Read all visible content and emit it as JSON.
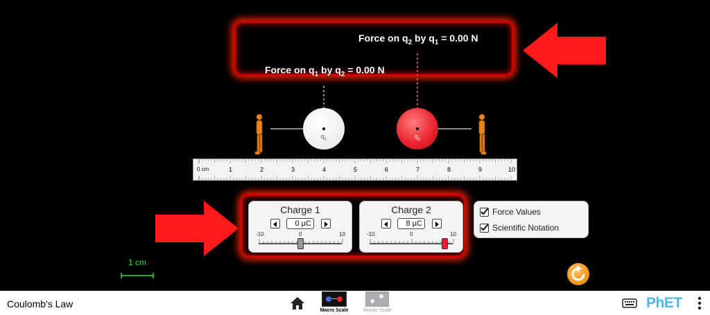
{
  "app": {
    "title": "Coulomb's Law"
  },
  "forces": {
    "on_q2": {
      "prefix": "Force on q",
      "sub_a": "2",
      "mid": " by q",
      "sub_b": "1",
      "suffix": " = 0.00 N"
    },
    "on_q1": {
      "prefix": "Force on q",
      "sub_a": "1",
      "mid": " by q",
      "sub_b": "2",
      "suffix": " = 0.00 N"
    }
  },
  "charges": {
    "q1": {
      "label": "q",
      "sub": "1",
      "color": "#ffffff"
    },
    "q2": {
      "label": "q",
      "sub": "2",
      "color": "#e8212b"
    }
  },
  "ruler": {
    "unit_label": "0 cm",
    "ticks": [
      "1",
      "2",
      "3",
      "4",
      "5",
      "6",
      "7",
      "8",
      "9",
      "10"
    ]
  },
  "controls": {
    "charge1": {
      "title": "Charge 1",
      "value": "0 µC",
      "value_num": 0,
      "min": "-10",
      "mid": "0",
      "max": "10",
      "thumb_color": "#999999"
    },
    "charge2": {
      "title": "Charge 2",
      "value": "8 µC",
      "value_num": 8,
      "min": "-10",
      "mid": "0",
      "max": "10",
      "thumb_color": "#e8212b"
    }
  },
  "options": {
    "force_values": {
      "label": "Force Values",
      "checked": true
    },
    "scientific_notation": {
      "label": "Scientific Notation",
      "checked": true
    }
  },
  "scale": {
    "label": "1 cm",
    "color": "#33dd33"
  },
  "nav": {
    "screens": [
      {
        "label": "Macro Scale",
        "active": true
      },
      {
        "label": "Atomic Scale",
        "active": false
      }
    ],
    "brand": "PhET"
  },
  "colors": {
    "highlight": "#d00000",
    "arrow": "#ff1a1a",
    "reset": "#f49a21",
    "phet_blue": "#4bb8e6"
  }
}
